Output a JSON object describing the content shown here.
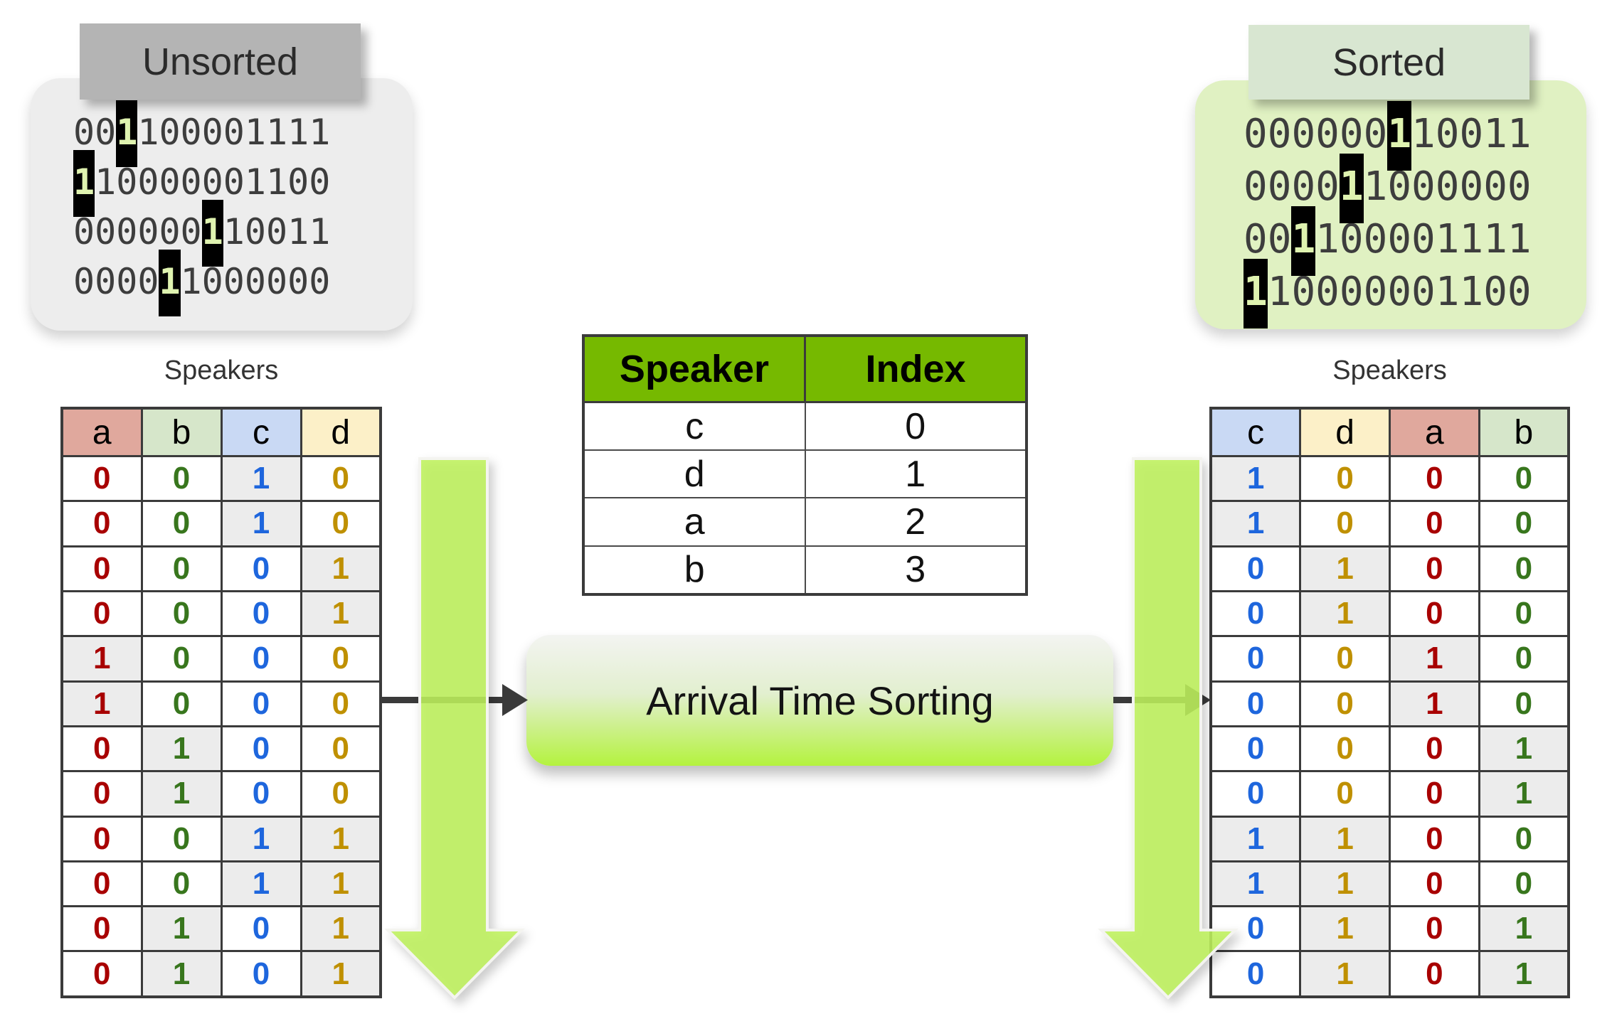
{
  "unsorted": {
    "label": "Unsorted",
    "rows": [
      {
        "bits": "001100001111",
        "highlight": 2
      },
      {
        "bits": "110000001100",
        "highlight": 0
      },
      {
        "bits": "000000110011",
        "highlight": 6
      },
      {
        "bits": "000011000000",
        "highlight": 4
      }
    ]
  },
  "sorted": {
    "label": "Sorted",
    "rows": [
      {
        "bits": "000000110011",
        "highlight": 6
      },
      {
        "bits": "000011000000",
        "highlight": 4
      },
      {
        "bits": "001100001111",
        "highlight": 2
      },
      {
        "bits": "110000001100",
        "highlight": 0
      }
    ]
  },
  "left_table": {
    "title": "Speakers",
    "columns": [
      "a",
      "b",
      "c",
      "d"
    ],
    "rows": [
      [
        0,
        0,
        1,
        0
      ],
      [
        0,
        0,
        1,
        0
      ],
      [
        0,
        0,
        0,
        1
      ],
      [
        0,
        0,
        0,
        1
      ],
      [
        1,
        0,
        0,
        0
      ],
      [
        1,
        0,
        0,
        0
      ],
      [
        0,
        1,
        0,
        0
      ],
      [
        0,
        1,
        0,
        0
      ],
      [
        0,
        0,
        1,
        1
      ],
      [
        0,
        0,
        1,
        1
      ],
      [
        0,
        1,
        0,
        1
      ],
      [
        0,
        1,
        0,
        1
      ]
    ]
  },
  "right_table": {
    "title": "Speakers",
    "columns": [
      "c",
      "d",
      "a",
      "b"
    ],
    "rows": [
      [
        1,
        0,
        0,
        0
      ],
      [
        1,
        0,
        0,
        0
      ],
      [
        0,
        1,
        0,
        0
      ],
      [
        0,
        1,
        0,
        0
      ],
      [
        0,
        0,
        1,
        0
      ],
      [
        0,
        0,
        1,
        0
      ],
      [
        0,
        0,
        0,
        1
      ],
      [
        0,
        0,
        0,
        1
      ],
      [
        1,
        1,
        0,
        0
      ],
      [
        1,
        1,
        0,
        0
      ],
      [
        0,
        1,
        0,
        1
      ],
      [
        0,
        1,
        0,
        1
      ]
    ]
  },
  "index_table": {
    "headers": [
      "Speaker",
      "Index"
    ],
    "rows": [
      [
        "c",
        "0"
      ],
      [
        "d",
        "1"
      ],
      [
        "a",
        "2"
      ],
      [
        "b",
        "3"
      ]
    ]
  },
  "process": {
    "label": "Arrival Time Sorting"
  },
  "column_colors": {
    "a": {
      "header": "#e0a89d",
      "digit": "#a80000"
    },
    "b": {
      "header": "#d6e6ca",
      "digit": "#38761d"
    },
    "c": {
      "header": "#c9d9f4",
      "digit": "#1e66dd"
    },
    "d": {
      "header": "#fcf0c8",
      "digit": "#bf9000"
    }
  },
  "colors": {
    "index_header_green": "#76b900",
    "down_arrow_green": "#bff25d",
    "flow_arrow_dark": "#3a3a3a",
    "highlight_bg": "#000000",
    "highlight_fg": "#dff3b0",
    "shaded_cell": "#ececec",
    "unsorted_label_bg": "#b4b4b4",
    "sorted_label_bg": "#d8e6d1",
    "unsorted_box_bg": "#ededed",
    "sorted_box_bg": "#e0f1c2",
    "button_gradient_top": "#f3f4f1",
    "button_gradient_bottom": "#b4f23e"
  }
}
